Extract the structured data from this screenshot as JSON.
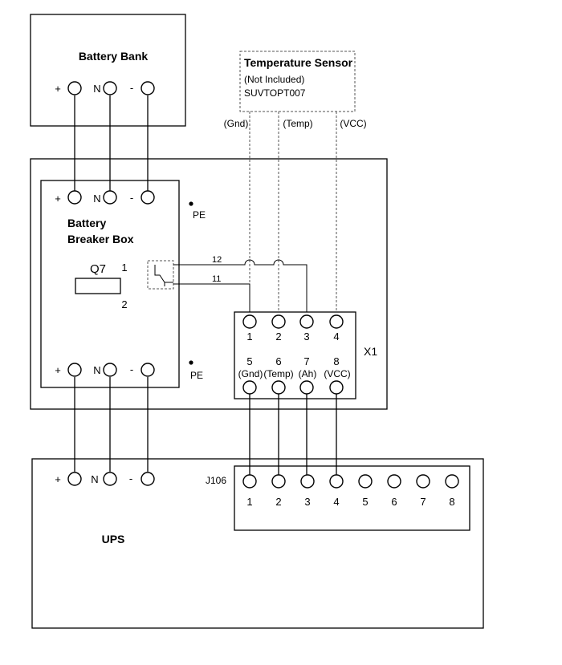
{
  "battery_bank": {
    "title": "Battery Bank",
    "plus": "+",
    "neutral": "N",
    "minus": "-"
  },
  "temp_sensor": {
    "title": "Temperature Sensor",
    "note": "(Not Included)",
    "part": "SUVTOPT007",
    "wire_gnd": "(Gnd)",
    "wire_temp": "(Temp)",
    "wire_vcc": "(VCC)"
  },
  "breaker_box": {
    "title_line1": "Battery",
    "title_line2": "Breaker Box",
    "switch_label": "Q7",
    "pin1": "1",
    "pin2": "2",
    "plus": "+",
    "neutral": "N",
    "minus": "-"
  },
  "pe": {
    "top": "PE",
    "bottom": "PE"
  },
  "aux_wires": {
    "upper": "12",
    "lower": "11"
  },
  "x1": {
    "label": "X1",
    "top_pins": [
      "1",
      "2",
      "3",
      "4"
    ],
    "bottom_pins": [
      "5",
      "6",
      "7",
      "8"
    ],
    "bottom_signals": [
      "(Gnd)",
      "(Temp)",
      "(Ah)",
      "(VCC)"
    ]
  },
  "ups": {
    "title": "UPS",
    "plus": "+",
    "neutral": "N",
    "minus": "-",
    "connector": "J106",
    "pins": [
      "1",
      "2",
      "3",
      "4",
      "5",
      "6",
      "7",
      "8"
    ]
  }
}
